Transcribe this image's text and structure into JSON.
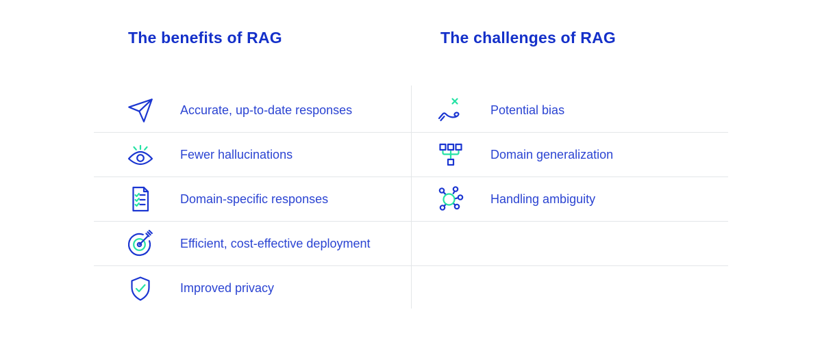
{
  "colors": {
    "header_blue": "#1430c9",
    "item_blue": "#2b44d2",
    "icon_blue": "#1b36d1",
    "accent_teal": "#25e2a4",
    "divider": "#e3e6e8",
    "background": "#ffffff"
  },
  "benefits": {
    "title": "The benefits of RAG",
    "items": [
      {
        "icon": "paper-plane-icon",
        "label": "Accurate, up-to-date responses"
      },
      {
        "icon": "eye-icon",
        "label": "Fewer hallucinations"
      },
      {
        "icon": "document-checklist-icon",
        "label": "Domain-specific responses"
      },
      {
        "icon": "target-dart-icon",
        "label": "Efficient, cost-effective deployment"
      },
      {
        "icon": "shield-check-icon",
        "label": "Improved privacy"
      }
    ]
  },
  "challenges": {
    "title": "The challenges of RAG",
    "items": [
      {
        "icon": "hand-x-icon",
        "label": "Potential bias"
      },
      {
        "icon": "org-chart-icon",
        "label": "Domain generalization"
      },
      {
        "icon": "network-nodes-icon",
        "label": "Handling ambiguity"
      }
    ]
  }
}
